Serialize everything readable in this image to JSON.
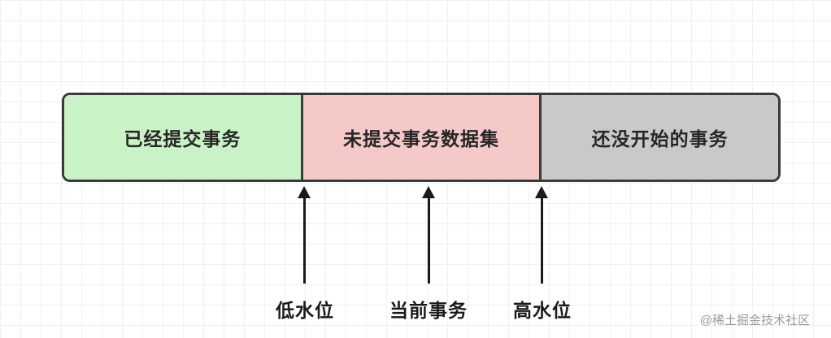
{
  "diagram": {
    "band": {
      "border_color": "#3a3a3a",
      "segments": [
        {
          "id": "committed",
          "label": "已经提交事务",
          "fill": "#c9f2c6"
        },
        {
          "id": "uncommitted",
          "label": "未提交事务数据集",
          "fill": "#f6c9c9"
        },
        {
          "id": "not-started",
          "label": "还没开始的事务",
          "fill": "#c9c9c9"
        }
      ]
    },
    "arrow_color": "#1a1a1a",
    "markers": [
      {
        "id": "low-watermark",
        "label": "低水位"
      },
      {
        "id": "current-transaction",
        "label": "当前事务"
      },
      {
        "id": "high-watermark",
        "label": "高水位"
      }
    ],
    "watermark": "@稀土掘金技术社区"
  }
}
